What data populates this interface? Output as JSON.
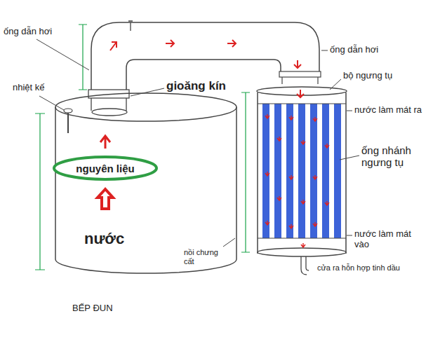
{
  "diagram": {
    "nodes": [
      {
        "text": [
          "nước"
        ]
      },
      {
        "text": [
          "nguyên liệu"
        ],
        "in": 0
      }
    ],
    "labels": [
      "ống dẫn hơi",
      "nhiệt kế",
      "gioăng kín",
      "ống dẫn hơi",
      "bộ ngưng tụ",
      "nước làm mát ra",
      "ống nhánh ngưng tụ",
      "nước làm mát vào",
      "nồi chưng cất",
      "cửa ra hỗn hợp tinh dầu",
      "BẾP ĐUN"
    ]
  }
}
